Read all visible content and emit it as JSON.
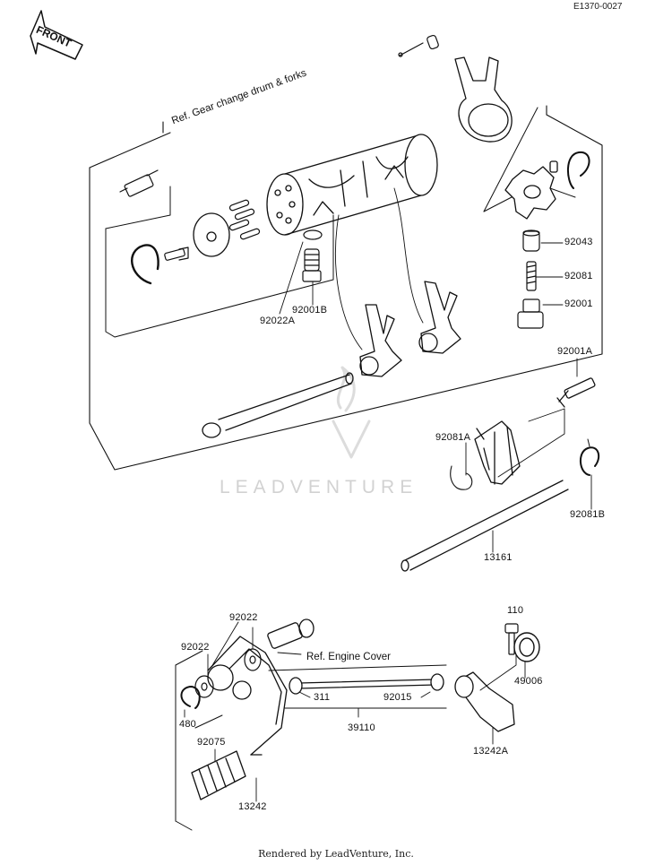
{
  "diagram_code": "E1370-0027",
  "front_label": "FRONT",
  "ref_gear": "Ref. Gear change drum & forks",
  "ref_engine": "Ref. Engine Cover",
  "watermark": "LEADVENTURE",
  "footer": "Rendered by LeadVenture, Inc.",
  "parts": {
    "p92043": "92043",
    "p92081": "92081",
    "p92001": "92001",
    "p92001A": "92001A",
    "p92001B": "92001B",
    "p92022A": "92022A",
    "p92081A": "92081A",
    "p92081B": "92081B",
    "p13161": "13161",
    "p110": "110",
    "p49006": "49006",
    "p13242A": "13242A",
    "p92022_top": "92022",
    "p92022_left": "92022",
    "p480": "480",
    "p92075": "92075",
    "p13242": "13242",
    "p311": "311",
    "p92015": "92015",
    "p39110": "39110"
  }
}
